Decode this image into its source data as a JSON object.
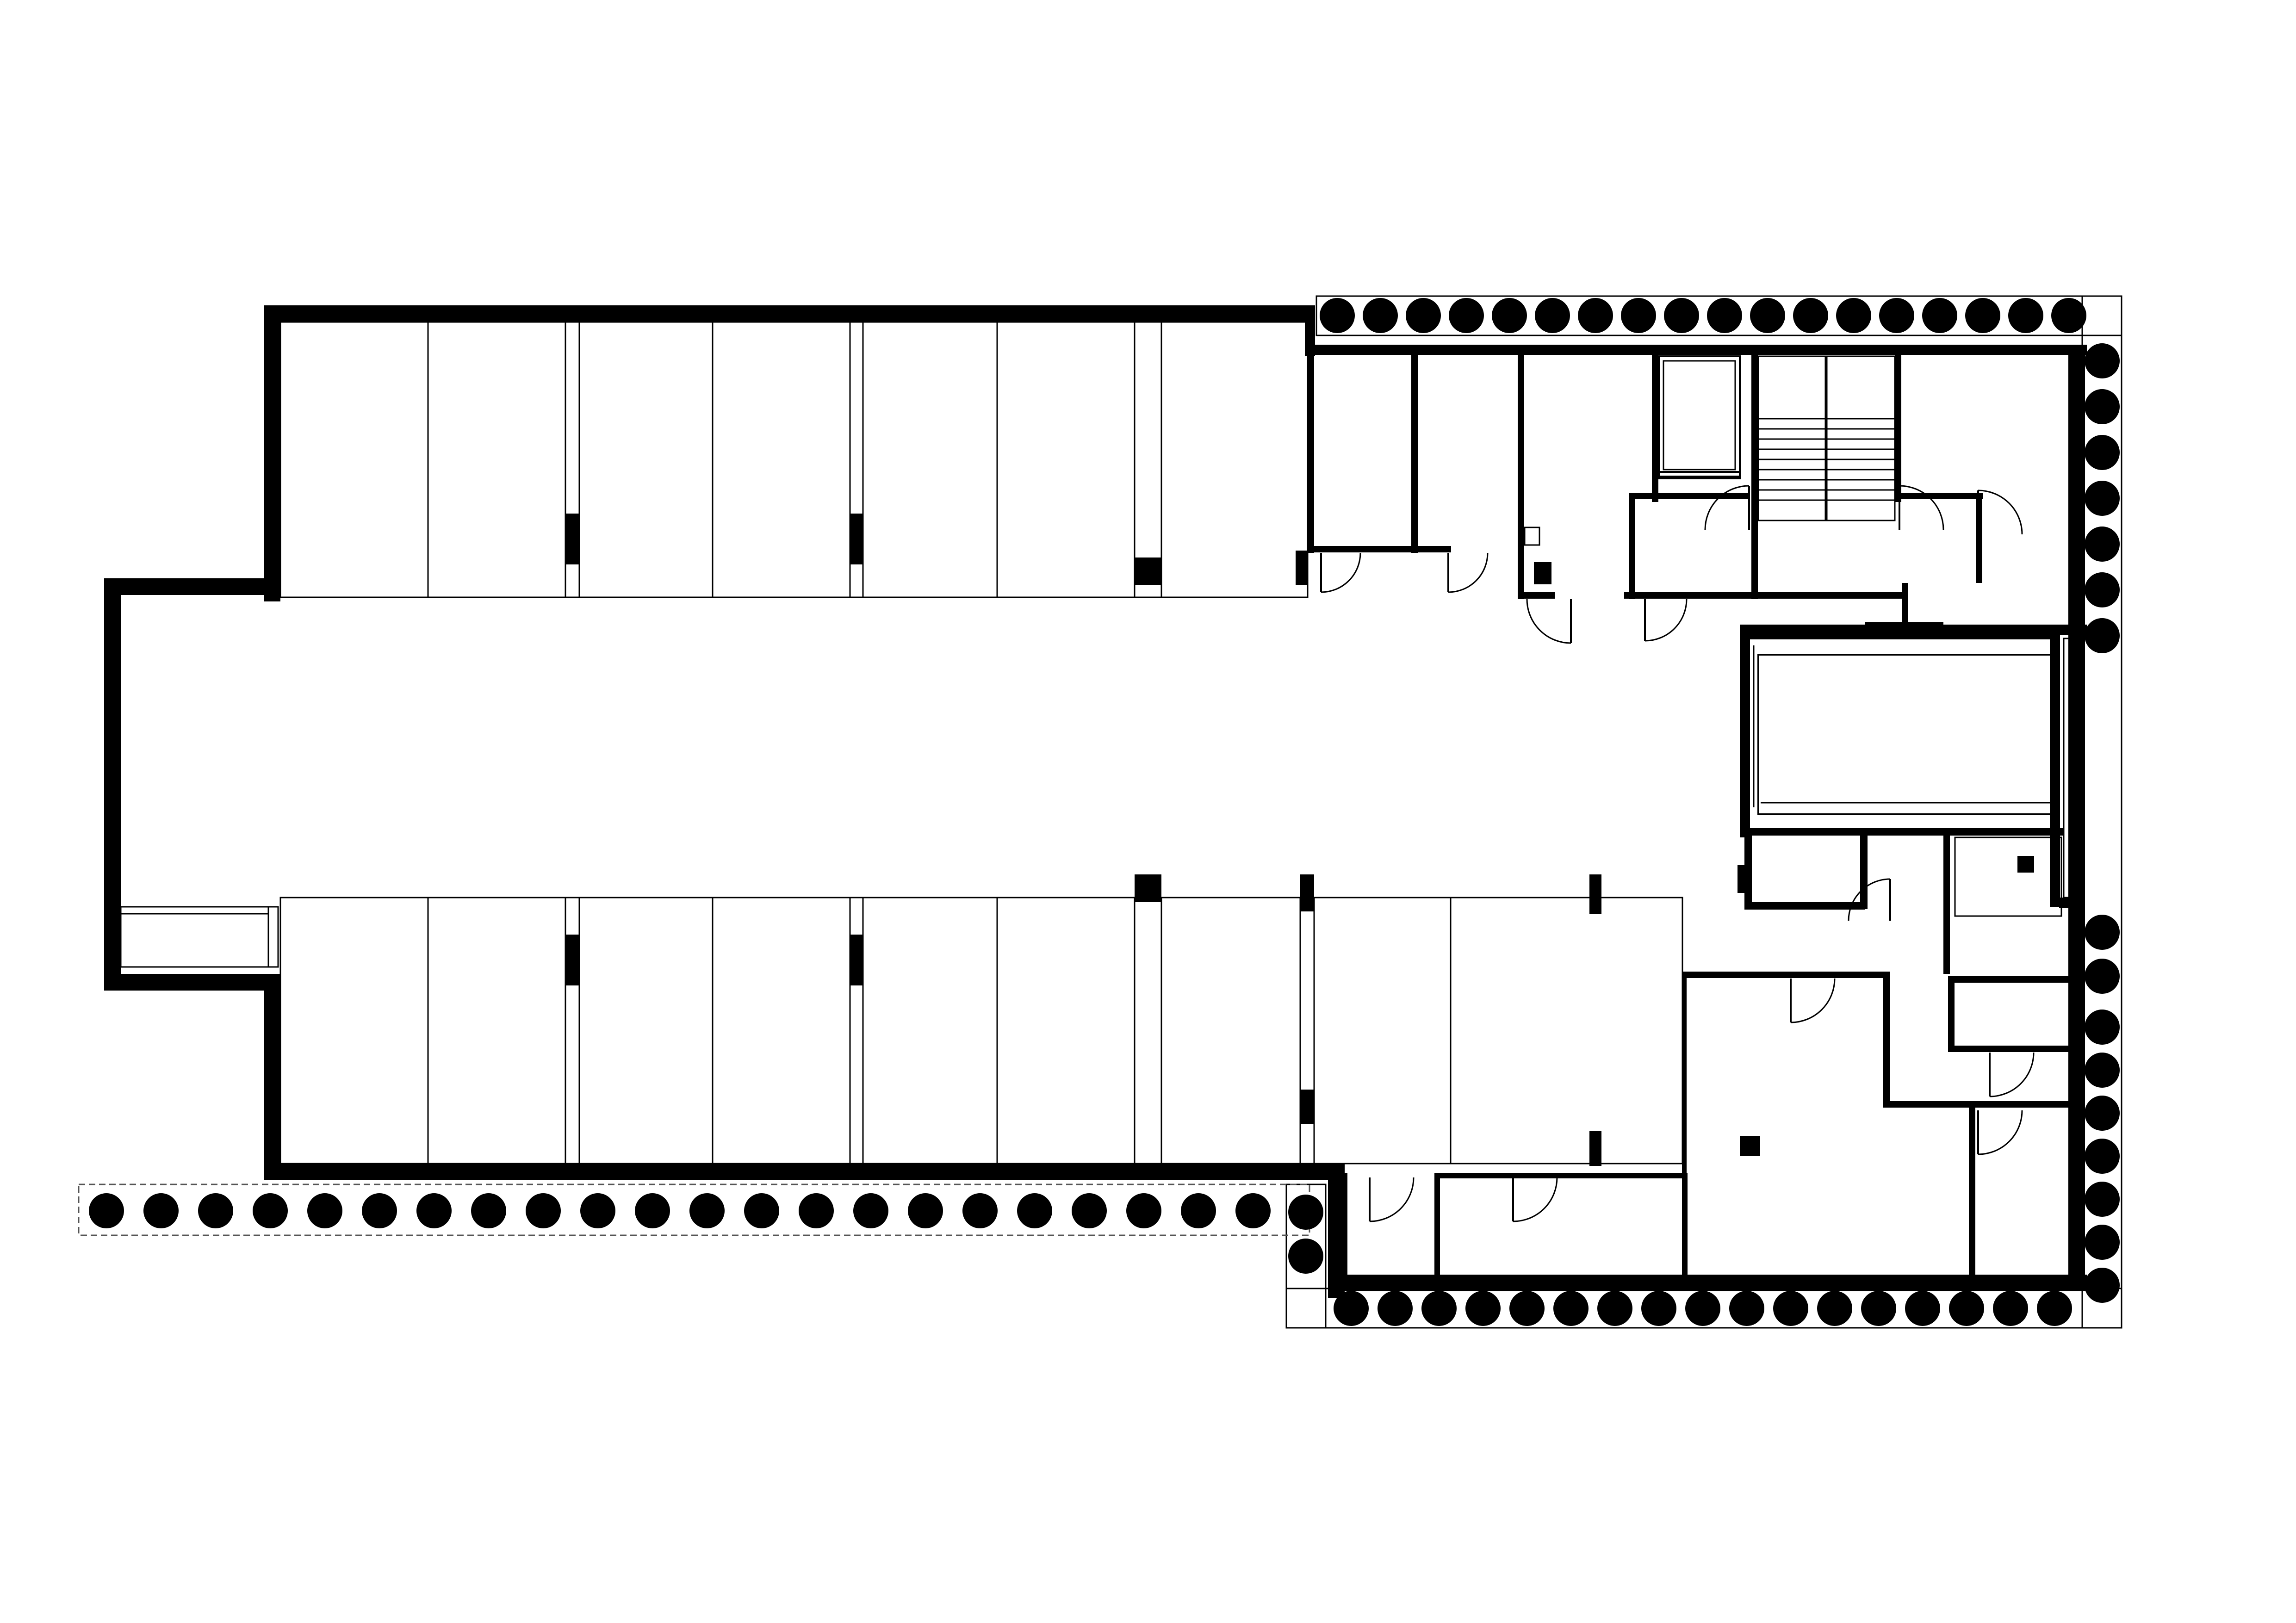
{
  "drawing": {
    "type": "architectural floor plan (basement / parking level)",
    "colors": {
      "line": "#000000",
      "background": "#ffffff"
    },
    "elements": {
      "parking_bays_north": 7,
      "parking_bays_south": 9,
      "secant_piles_north_row": 18,
      "secant_piles_east_column": 7,
      "secant_piles_south_row": 18,
      "secant_piles_south_west_row": 22,
      "staircases": 1,
      "lift_shafts": 1
    },
    "icons": [
      "door-swing-icon",
      "pile-icon",
      "stair-icon"
    ]
  }
}
